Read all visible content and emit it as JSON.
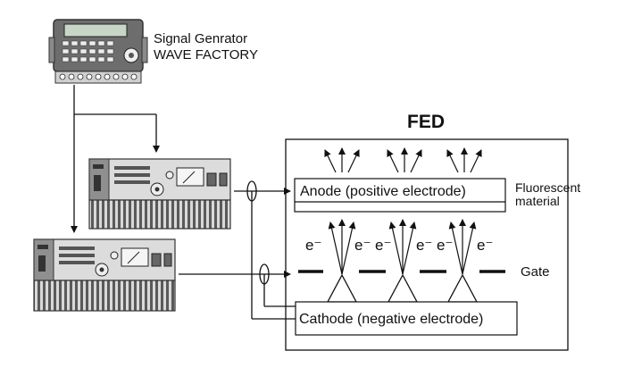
{
  "signal_generator": {
    "line1": "Signal Genrator",
    "line2": "WAVE FACTORY"
  },
  "fed": {
    "title": "FED",
    "anode_label": "Anode (positive electrode)",
    "cathode_label": "Cathode (negative electrode)",
    "fluorescent_line1": "Fluorescent",
    "fluorescent_line2": "material",
    "gate_label": "Gate",
    "electron_label": "e⁻"
  }
}
